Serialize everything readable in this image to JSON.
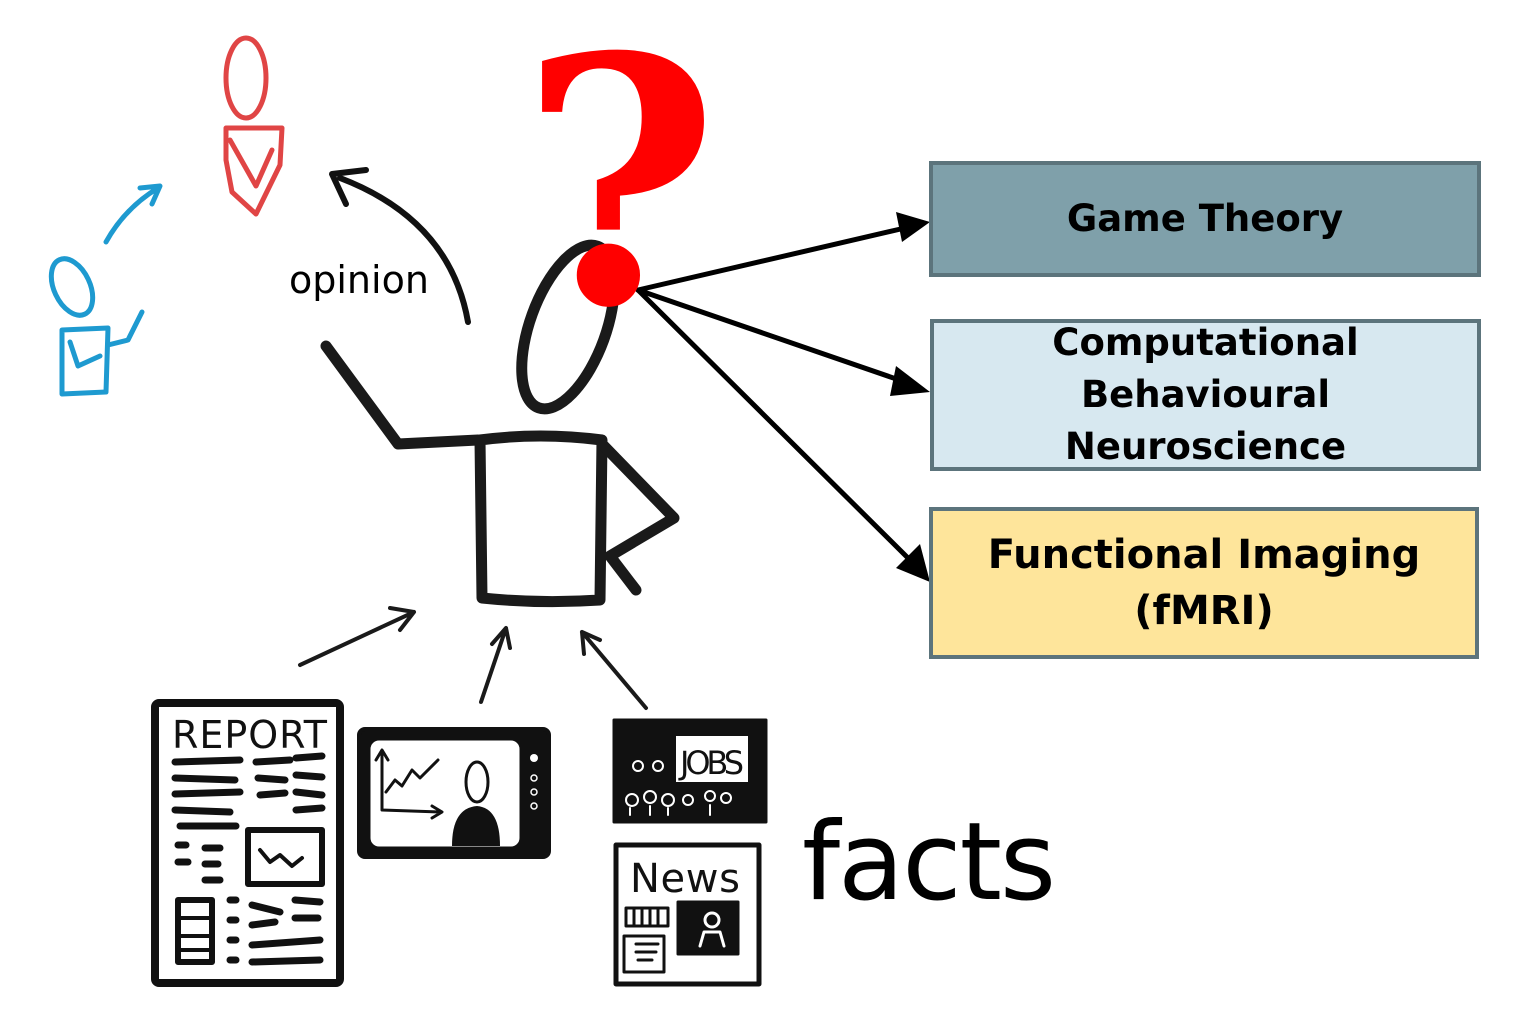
{
  "labels": {
    "opinion": "opinion",
    "facts": "facts",
    "question_mark": "?"
  },
  "boxes": [
    {
      "lines": [
        "Game Theory"
      ],
      "color": "#7fa0aa"
    },
    {
      "lines": [
        "Computational",
        "Behavioural Neuroscience"
      ],
      "color": "#d7e8f0"
    },
    {
      "lines": [
        "Functional Imaging",
        "(fMRI)"
      ],
      "color": "#fee59b"
    }
  ],
  "sources": {
    "report": "REPORT",
    "jobs": "JOBS",
    "news": "News"
  },
  "colors": {
    "question": "#ff0000",
    "blue_person": "#1e9ad0",
    "red_person": "#e04545",
    "border": "#5c747c"
  }
}
